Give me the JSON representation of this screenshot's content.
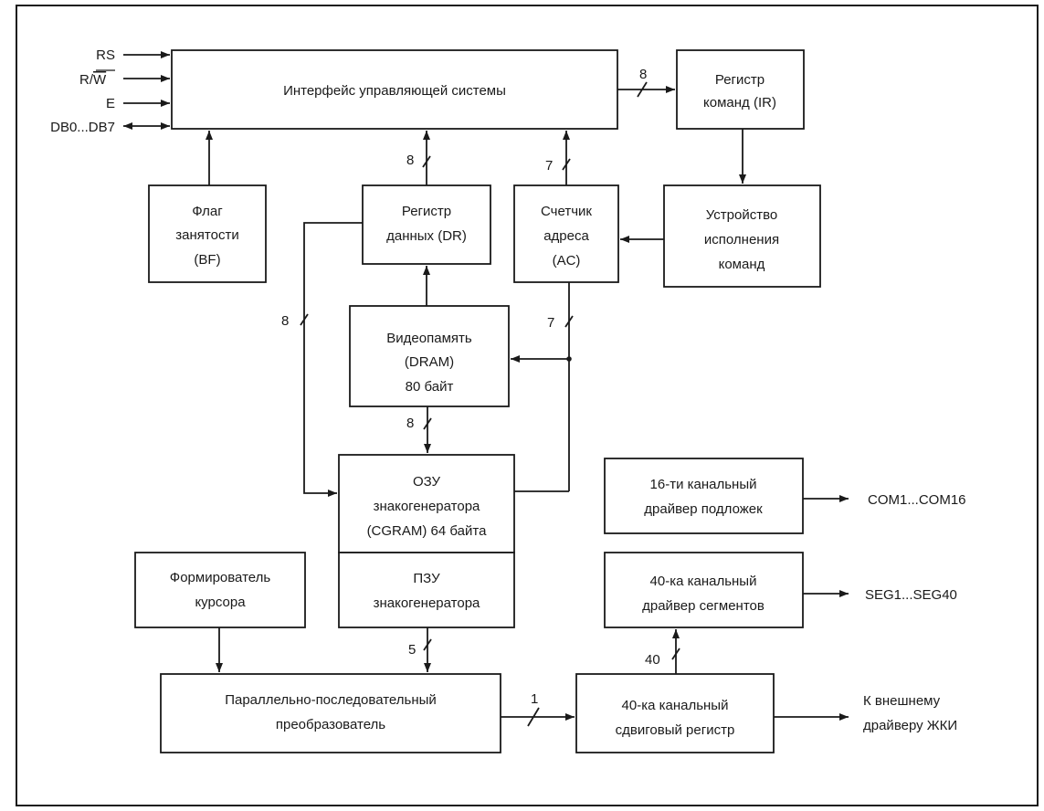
{
  "blocks": {
    "interface": [
      "Интерфейс управляющей системы"
    ],
    "ir": [
      "Регистр",
      "команд (IR)"
    ],
    "bf": [
      "Флаг",
      "занятости",
      "(BF)"
    ],
    "dr": [
      "Регистр",
      "данных (DR)"
    ],
    "ac": [
      "Счетчик",
      "адреса",
      "(AC)"
    ],
    "exec": [
      "Устройство",
      "исполнения",
      "команд"
    ],
    "dram": [
      "Видеопамять",
      "(DRAM)",
      "80 байт"
    ],
    "cgram": [
      "ОЗУ",
      "знакогенератора",
      "(CGRAM) 64 байта"
    ],
    "cgrom": [
      "ПЗУ",
      "знакогенератора"
    ],
    "cursor": [
      "Формирователь",
      "курсора"
    ],
    "converter": [
      "Параллельно-последовательный",
      "преобразователь"
    ],
    "com_driver": [
      "16-ти канальный",
      "драйвер подложек"
    ],
    "seg_driver": [
      "40-ка канальный",
      "драйвер сегментов"
    ],
    "shift_reg": [
      "40-ка канальный",
      "сдвиговый регистр"
    ]
  },
  "signals": {
    "rs": "RS",
    "rw_r": "R/",
    "rw_w": "W",
    "e": "E",
    "db": "DB0...DB7"
  },
  "outputs": {
    "com": "COM1...COM16",
    "seg": "SEG1...SEG40",
    "ext": [
      "К внешнему",
      "драйверу ЖКИ"
    ]
  },
  "bus_widths": {
    "if_to_ir": "8",
    "dr_to_if": "8",
    "ac_to_if": "7",
    "dr_to_cgram": "8",
    "ac_to_dram": "7",
    "dram_to_cgram": "8",
    "rom_to_conv": "5",
    "conv_to_shift": "1",
    "shift_to_seg": "40"
  }
}
